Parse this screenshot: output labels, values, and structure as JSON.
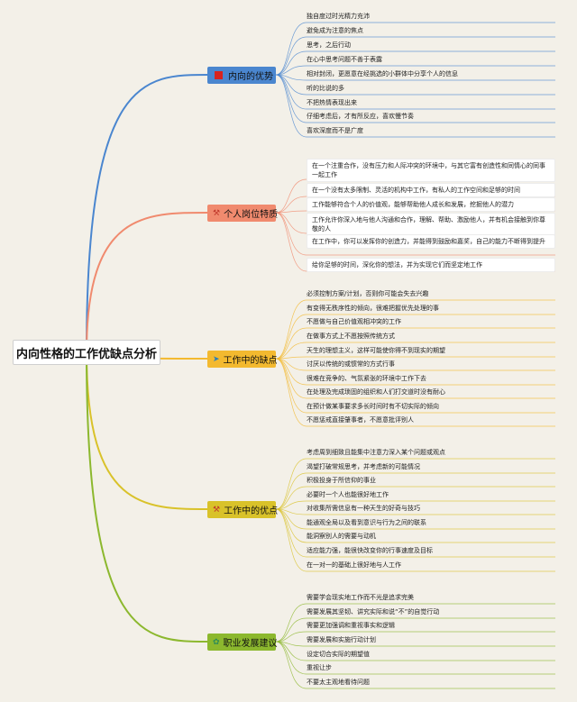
{
  "root": {
    "title": "内向性格的工作优缺点分析"
  },
  "branches": [
    {
      "label": "内向的优势",
      "icon": "red-square-icon",
      "color": "#4a86cf",
      "edge": "#4a86cf",
      "items": [
        "独自度过时光精力充沛",
        "避免成为注意的焦点",
        "思考，之后行动",
        "在心中思考问题不善于表露",
        "相对封闭，更愿意在经挑选的小群体中分享个人的信息",
        "听的比说的多",
        "不把热情表现出来",
        "仔细考虑后，才有所反应，喜欢慢节奏",
        "喜欢深度而不是广度"
      ]
    },
    {
      "label": "个人岗位特质",
      "icon": "tools-icon",
      "color": "#f08a6e",
      "edge": "#f08a6e",
      "items": [
        "在一个注重合作，没有压力和人际冲突的环境中，与其它富有创造性和同情心的同事一起工作",
        "在一个没有太多限制、灵活的机构中工作，有私人的工作空间和足够的时间",
        "工作能够符合个人的价值观，能够帮助他人成长和发展，挖掘他人的潜力",
        "工作允许你深入地与他人沟通和合作，理解、帮助、激励他人，并有机会接触到你尊敬的人",
        "在工作中，你可以发挥你的创造力，并能得到鼓励和嘉奖，自己的能力不断得到提升",
        "给你足够的时间，深化你的想法，并为实现它们而坚定地工作"
      ]
    },
    {
      "label": "工作中的缺点",
      "icon": "pin-icon",
      "color": "#f3b92f",
      "edge": "#f3b92f",
      "items": [
        "必须控制方案/计划，否则你可能会失去兴趣",
        "有变得无秩序性的倾向，很难把握优先处理的事",
        "不愿做与自己价值观相冲突的工作",
        "在做事方式上不愿按照传统方式",
        "天生的理想主义，这样可能使你得不到现实的期望",
        "讨厌以传统的或惯常的方式行事",
        "很难在竞争的、气氛紧张的环境中工作下去",
        "在处理及完成琐固的组织和人们打交道时没有耐心",
        "在预计做某事要求多长时间时有不切实际的倾向",
        "不愿惩戒直接肇事者，不愿意批评别人"
      ]
    },
    {
      "label": "工作中的优点",
      "icon": "tools-icon",
      "color": "#d9c22a",
      "edge": "#d9c22a",
      "items": [
        "考虑周到细致且能集中注意力深入某个问题或观点",
        "渴望打破常规思考，并考虑新的可能情况",
        "积极投身于所信仰的事业",
        "必要时一个人也能很好地工作",
        "对收集所需信息有一种天生的好奇与技巧",
        "能通观全局以及看到意识与行为之间的联系",
        "能洞察别人的需要与动机",
        "适应能力强，能很快改变你的行事速度及目标",
        "在一对一的基础上很好地与人工作"
      ]
    },
    {
      "label": "职业发展建议",
      "icon": "leaf-icon",
      "color": "#8cb82e",
      "edge": "#8cb82e",
      "items": [
        "需要学会现实地工作而不光是追求完美",
        "需要发展其坚韧、讲究实际和说“不”的自觉行动",
        "需要更加强调和重视事实和逻辑",
        "需要发展和实施行动计划",
        "设定切合实际的期望值",
        "重视让步",
        "不要太主观地看待问题"
      ]
    }
  ]
}
